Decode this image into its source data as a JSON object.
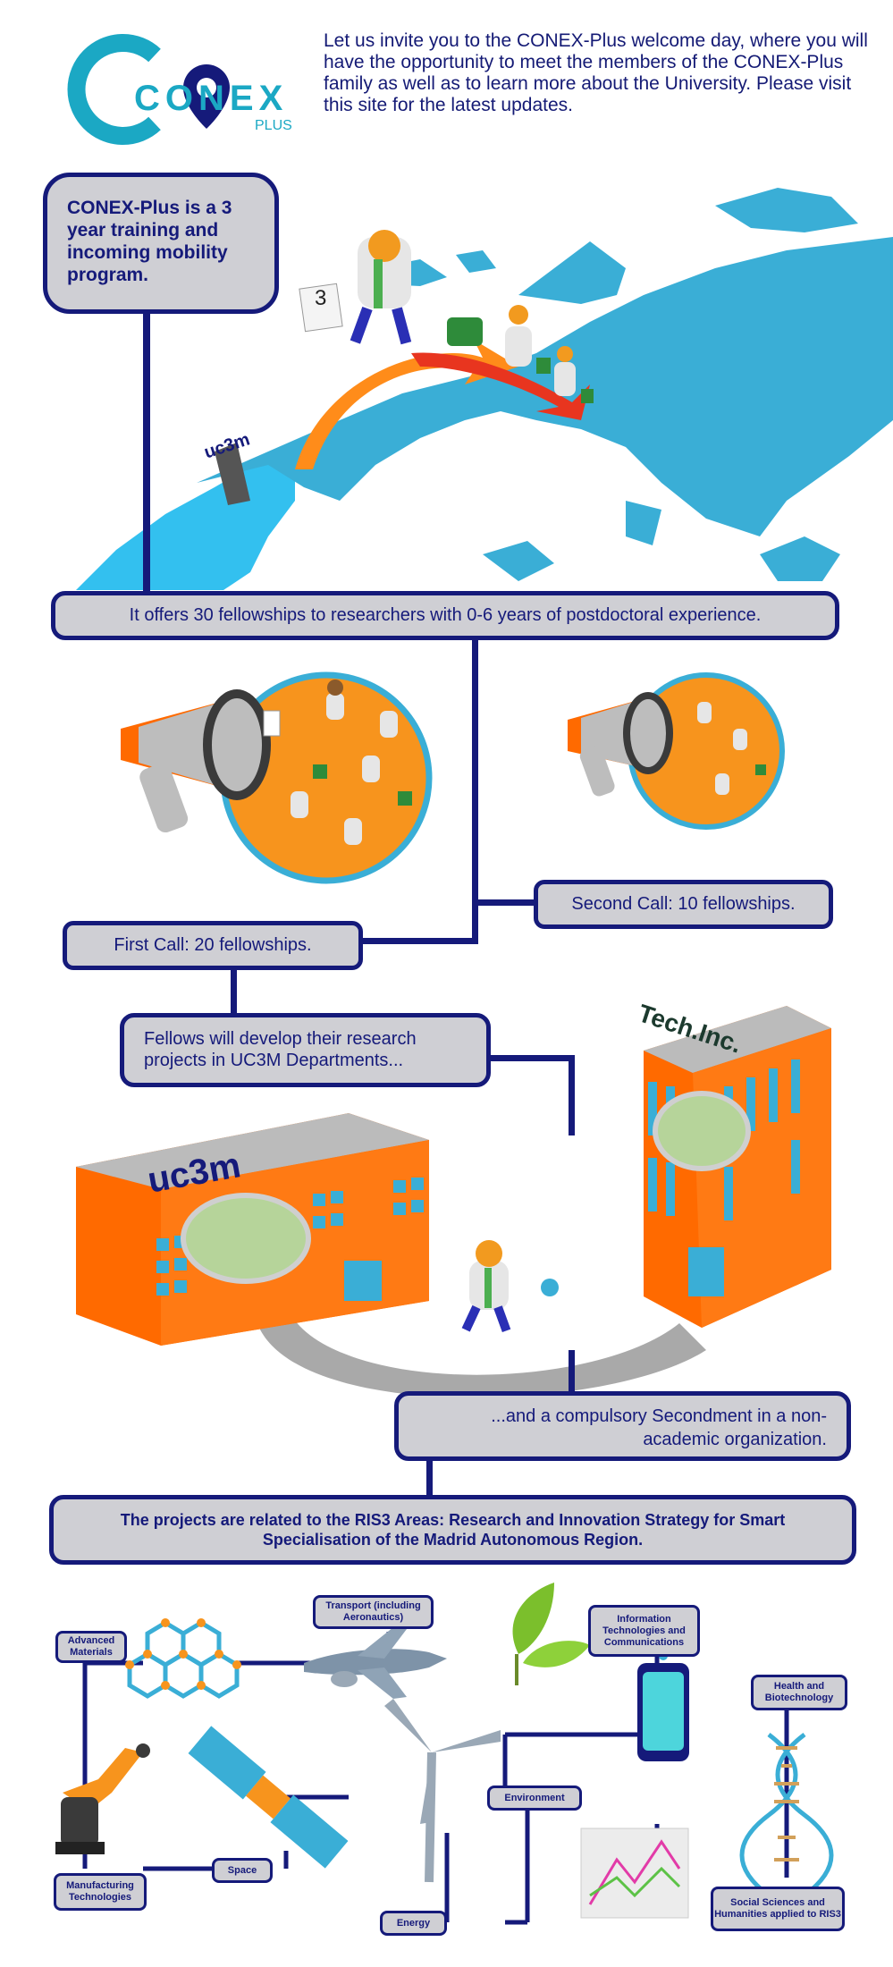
{
  "logo": {
    "main": "CONEX",
    "sub": "PLUS"
  },
  "intro_text": "Let us invite you to the CONEX-Plus welcome day, where you will have the opportunity to meet the members of the CONEX-Plus family as well as to learn more about the University. Please visit this site for the latest updates.",
  "program_box": "CONEX-Plus is a 3 year training and incoming mobility program.",
  "fellowships_box": "It offers 30 fellowships to researchers with 0-6 years of postdoctoral experience.",
  "first_call": "First Call: 20 fellowships.",
  "second_call": "Second Call: 10 fellowships.",
  "fellows_box": "Fellows will develop their research projects in UC3M Departments...",
  "secondment_box": "...and a compulsory Secondment in a non-academic organization.",
  "ris3_box": "The projects are related to the RIS3 Areas: Research and Innovation Strategy for Smart Specialisation of the Madrid Autonomous Region.",
  "building_labels": {
    "university": "uc3m",
    "company": "Tech.Inc.",
    "small_uc3m": "uc3m"
  },
  "doc_number": "3",
  "areas": {
    "advanced_materials": "Advanced Materials",
    "transport": "Transport (including Aeronautics)",
    "ict": "Information Technologies and Communications",
    "health": "Health and Biotechnology",
    "environment": "Environment",
    "space": "Space",
    "manufacturing": "Manufacturing Technologies",
    "energy": "Energy",
    "social": "Social Sciences and Humanities applied to RIS3"
  },
  "colors": {
    "navy": "#151a7a",
    "box_fill": "#cfcfd4",
    "map_blue": "#3aaed6",
    "orange": "#ff6a00",
    "teal": "#1fb0c8"
  }
}
